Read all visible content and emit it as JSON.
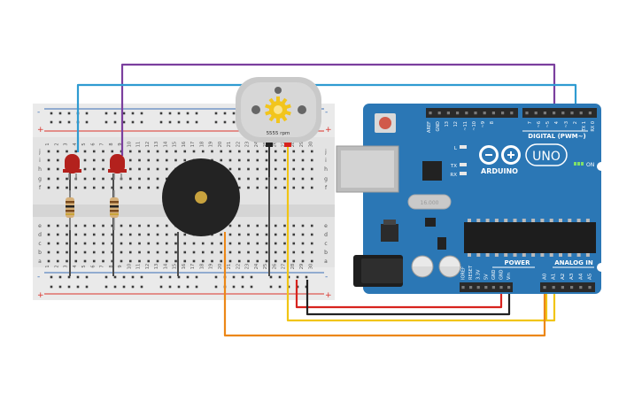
{
  "canvas": {
    "background": "#ffffff"
  },
  "breadboard": {
    "colors": {
      "body": "#e3e3e3",
      "rail_red": "#d9312b",
      "rail_blue": "#3b6fb6",
      "hole": "#3a3a3a"
    },
    "column_numbers": [
      "1",
      "2",
      "3",
      "4",
      "5",
      "6",
      "7",
      "8",
      "9",
      "10",
      "11",
      "12",
      "13",
      "14",
      "15",
      "16",
      "17",
      "18",
      "19",
      "20",
      "21",
      "22",
      "23",
      "24",
      "25",
      "26",
      "27",
      "28",
      "29",
      "30"
    ],
    "row_letters_top": [
      "j",
      "i",
      "h",
      "g",
      "f"
    ],
    "row_letters_bottom": [
      "e",
      "d",
      "c",
      "b",
      "a"
    ],
    "rail_plus": "+",
    "rail_minus": "-"
  },
  "motor": {
    "rpm_label": "5555 rpm",
    "colors": {
      "body": "#c9c9c9",
      "gear": "#f2c51c"
    }
  },
  "buzzer": {
    "colors": {
      "body": "#232323",
      "center": "#c8a23e"
    }
  },
  "leds": {
    "color": "#b3211d",
    "count": 2
  },
  "resistors": {
    "color": "#d6b07a"
  },
  "arduino": {
    "colors": {
      "board": "#2b77b5",
      "header": "#2a2a2a",
      "reset": "#d05a4a"
    },
    "logo_text": "ARDUINO",
    "model_text": "UNO",
    "on_label": "ON",
    "digital_label": "DIGITAL (PWM~)",
    "power_label": "POWER",
    "analog_label": "ANALOG IN",
    "led_labels": [
      "L",
      "TX",
      "RX"
    ],
    "top_pin_labels": [
      "AREF",
      "GND",
      "13",
      "12",
      "~11",
      "~10",
      "~9",
      "8",
      "7",
      "~6",
      "~5",
      "4",
      "~3",
      "2",
      "TX 1",
      "RX 0"
    ],
    "power_pin_labels": [
      "IOREF",
      "RESET",
      "3.3V",
      "5V",
      "GND",
      "GND",
      "Vin"
    ],
    "analog_pin_labels": [
      "A0",
      "A1",
      "A2",
      "A3",
      "A4",
      "A5"
    ],
    "crystal_label": "16.000"
  },
  "wires": {
    "colors": {
      "purple": "#7b3f9e",
      "blue": "#2f9bd1",
      "red": "#d7231e",
      "black": "#222222",
      "yellow": "#f1c514",
      "orange": "#ec8717",
      "gray": "#4d4d4d"
    }
  }
}
